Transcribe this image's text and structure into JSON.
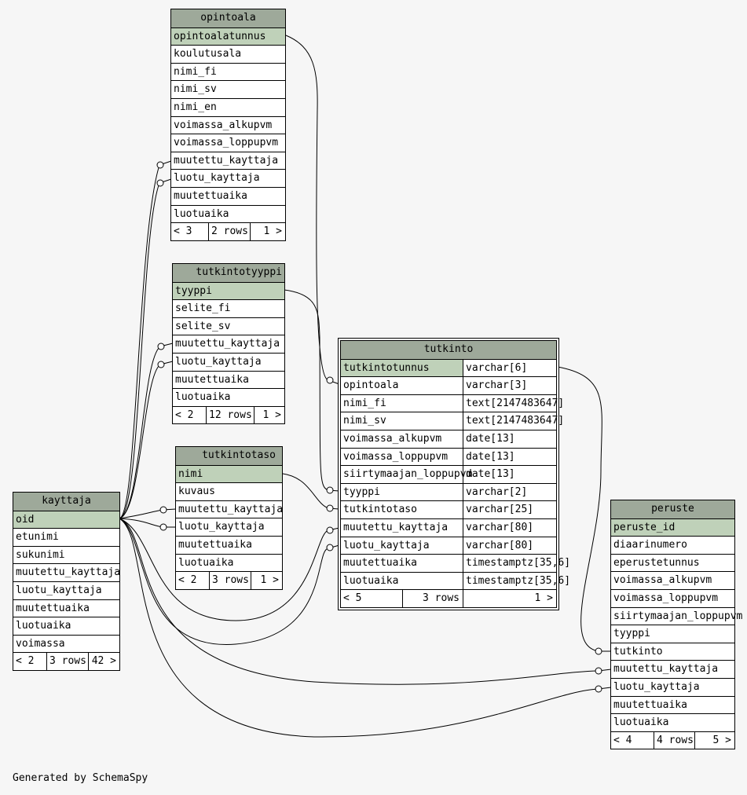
{
  "tables": {
    "opintoala": {
      "name": "opintoala",
      "columns": [
        "opintoalatunnus",
        "koulutusala",
        "nimi_fi",
        "nimi_sv",
        "nimi_en",
        "voimassa_alkupvm",
        "voimassa_loppupvm",
        "muutettu_kayttaja",
        "luotu_kayttaja",
        "muutettuaika",
        "luotuaika"
      ],
      "footer": [
        "< 3",
        "2 rows",
        "1 >"
      ]
    },
    "tutkintotyyppi": {
      "name": "tutkintotyyppi",
      "columns": [
        "tyyppi",
        "selite_fi",
        "selite_sv",
        "muutettu_kayttaja",
        "luotu_kayttaja",
        "muutettuaika",
        "luotuaika"
      ],
      "footer": [
        "< 2",
        "12 rows",
        "1 >"
      ]
    },
    "tutkintotaso": {
      "name": "tutkintotaso",
      "columns": [
        "nimi",
        "kuvaus",
        "muutettu_kayttaja",
        "luotu_kayttaja",
        "muutettuaika",
        "luotuaika"
      ],
      "footer": [
        "< 2",
        "3 rows",
        "1 >"
      ]
    },
    "kayttaja": {
      "name": "kayttaja",
      "columns": [
        "oid",
        "etunimi",
        "sukunimi",
        "muutettu_kayttaja",
        "luotu_kayttaja",
        "muutettuaika",
        "luotuaika",
        "voimassa"
      ],
      "footer": [
        "< 2",
        "3 rows",
        "42 >"
      ]
    },
    "tutkinto": {
      "name": "tutkinto",
      "columns": [
        "tutkintotunnus",
        "opintoala",
        "nimi_fi",
        "nimi_sv",
        "voimassa_alkupvm",
        "voimassa_loppupvm",
        "siirtymaajan_loppupvm",
        "tyyppi",
        "tutkintotaso",
        "muutettu_kayttaja",
        "luotu_kayttaja",
        "muutettuaika",
        "luotuaika"
      ],
      "types": [
        "varchar[6]",
        "varchar[3]",
        "text[2147483647]",
        "text[2147483647]",
        "date[13]",
        "date[13]",
        "date[13]",
        "varchar[2]",
        "varchar[25]",
        "varchar[80]",
        "varchar[80]",
        "timestamptz[35,6]",
        "timestamptz[35,6]"
      ],
      "footer": [
        "< 5",
        "3 rows",
        "1 >"
      ]
    },
    "peruste": {
      "name": "peruste",
      "columns": [
        "peruste_id",
        "diaarinumero",
        "eperustetunnus",
        "voimassa_alkupvm",
        "voimassa_loppupvm",
        "siirtymaajan_loppupvm",
        "tyyppi",
        "tutkinto",
        "muutettu_kayttaja",
        "luotu_kayttaja",
        "muutettuaika",
        "luotuaika"
      ],
      "footer": [
        "< 4",
        "4 rows",
        "5 >"
      ]
    }
  },
  "footer_text": "Generated by SchemaSpy",
  "colors": {
    "header": "#9ea99a",
    "primary_key": "#bfd1b9",
    "background": "#f6f6f6"
  }
}
